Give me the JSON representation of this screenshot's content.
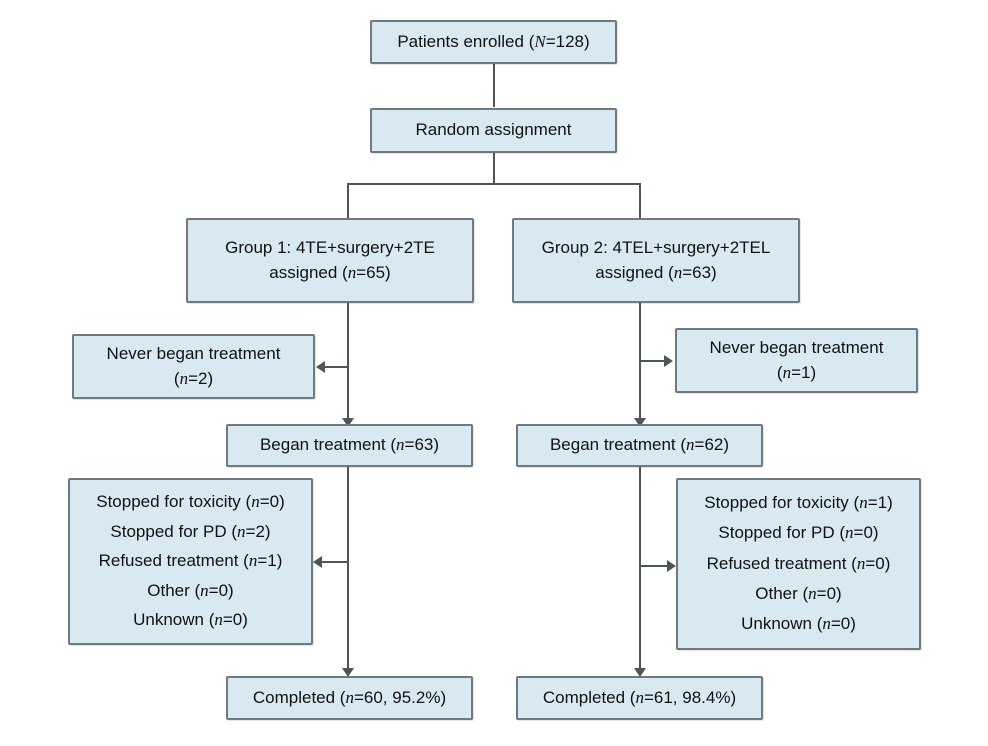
{
  "diagram": {
    "type": "consort-flow-diagram",
    "colors": {
      "node_fill": "#d9e9f2",
      "node_border": "#6e7a80",
      "connector": "#4d555a",
      "background": "#ffffff",
      "text": "#111111"
    },
    "nodes": {
      "enrolled": {
        "line1_pre": "Patients enrolled (",
        "line1_var": "N",
        "line1_post": "=128)"
      },
      "randomization": {
        "label": "Random assignment"
      },
      "group1": {
        "line1": "Group 1: 4TE+surgery+2TE",
        "line2_pre": "assigned (",
        "line2_var": "n",
        "line2_post": "=65)"
      },
      "group2": {
        "line1": "Group 2: 4TEL+surgery+2TEL",
        "line2_pre": "assigned (",
        "line2_var": "n",
        "line2_post": "=63)"
      },
      "never_began_left": {
        "line1": "Never began treatment",
        "line2_pre": "(",
        "line2_var": "n",
        "line2_post": "=2)"
      },
      "never_began_right": {
        "line1": "Never began treatment",
        "line2_pre": "(",
        "line2_var": "n",
        "line2_post": "=1)"
      },
      "began_left": {
        "pre": "Began treatment (",
        "var": "n",
        "post": "=63)"
      },
      "began_right": {
        "pre": "Began treatment (",
        "var": "n",
        "post": "=62)"
      },
      "discontinued_left": {
        "rows": [
          {
            "pre": "Stopped for toxicity (",
            "var": "n",
            "post": "=0)"
          },
          {
            "pre": "Stopped for PD (",
            "var": "n",
            "post": "=2)"
          },
          {
            "pre": "Refused treatment (",
            "var": "n",
            "post": "=1)"
          },
          {
            "pre": "Other (",
            "var": "n",
            "post": "=0)"
          },
          {
            "pre": "Unknown (",
            "var": "n",
            "post": "=0)"
          }
        ]
      },
      "discontinued_right": {
        "rows": [
          {
            "pre": "Stopped for toxicity (",
            "var": "n",
            "post": "=1)"
          },
          {
            "pre": "Stopped for PD (",
            "var": "n",
            "post": "=0)"
          },
          {
            "pre": "Refused treatment (",
            "var": "n",
            "post": "=0)"
          },
          {
            "pre": "Other (",
            "var": "n",
            "post": "=0)"
          },
          {
            "pre": "Unknown (",
            "var": "n",
            "post": "=0)"
          }
        ]
      },
      "completed_left": {
        "pre": "Completed (",
        "var": "n",
        "post": "=60, 95.2%)"
      },
      "completed_right": {
        "pre": "Completed (",
        "var": "n",
        "post": "=61, 98.4%)"
      }
    }
  }
}
